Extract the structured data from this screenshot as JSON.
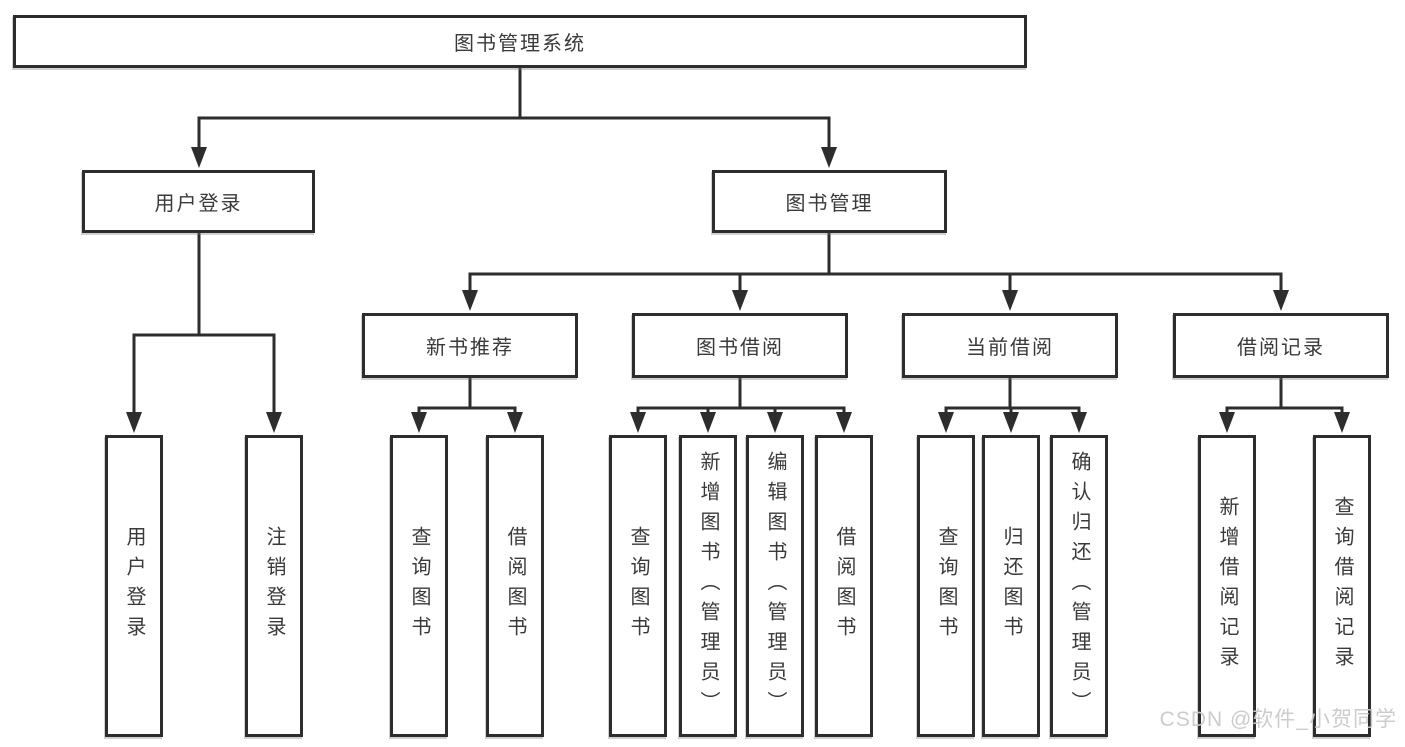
{
  "colors": {
    "line": "#2d2d2d",
    "box_border": "#2d2d2d",
    "box_bg": "#ffffff",
    "text": "#3a3a3a",
    "watermark": "#c9c9c9"
  },
  "watermark": {
    "text": "CSDN @软件_小贺同学"
  },
  "tree": {
    "root": {
      "label": "图书管理系统"
    },
    "branches": [
      {
        "label": "用户登录",
        "children": [
          {
            "label": "用户登录"
          },
          {
            "label": "注销登录"
          }
        ]
      },
      {
        "label": "图书管理",
        "children": [
          {
            "label": "新书推荐",
            "children": [
              {
                "label": "查询图书"
              },
              {
                "label": "借阅图书"
              }
            ]
          },
          {
            "label": "图书借阅",
            "children": [
              {
                "label": "查询图书"
              },
              {
                "label": "新增图书（管理员）"
              },
              {
                "label": "编辑图书（管理员）"
              },
              {
                "label": "借阅图书"
              }
            ]
          },
          {
            "label": "当前借阅",
            "children": [
              {
                "label": "查询图书"
              },
              {
                "label": "归还图书"
              },
              {
                "label": "确认归还（管理员）"
              }
            ]
          },
          {
            "label": "借阅记录",
            "children": [
              {
                "label": "新增借阅记录"
              },
              {
                "label": "查询借阅记录"
              }
            ]
          }
        ]
      }
    ]
  }
}
